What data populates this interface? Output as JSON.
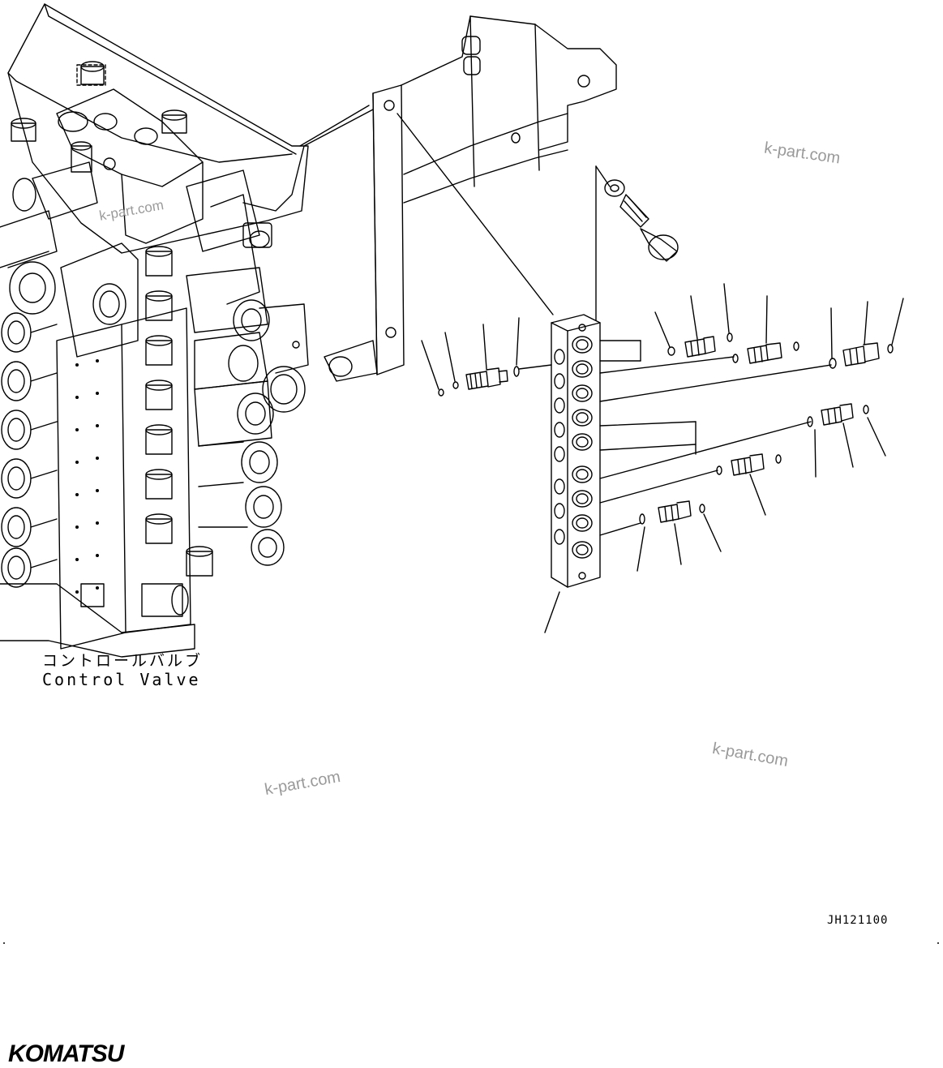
{
  "labels": {
    "component_jp": "コントロールバルブ",
    "component_en": "Control Valve",
    "drawing_code": "JH121100"
  },
  "watermarks": [
    "k-part.com",
    "k-part.com",
    "k-part.com",
    "k-part.com"
  ],
  "brand": {
    "logo_text": "KOMATSU"
  }
}
